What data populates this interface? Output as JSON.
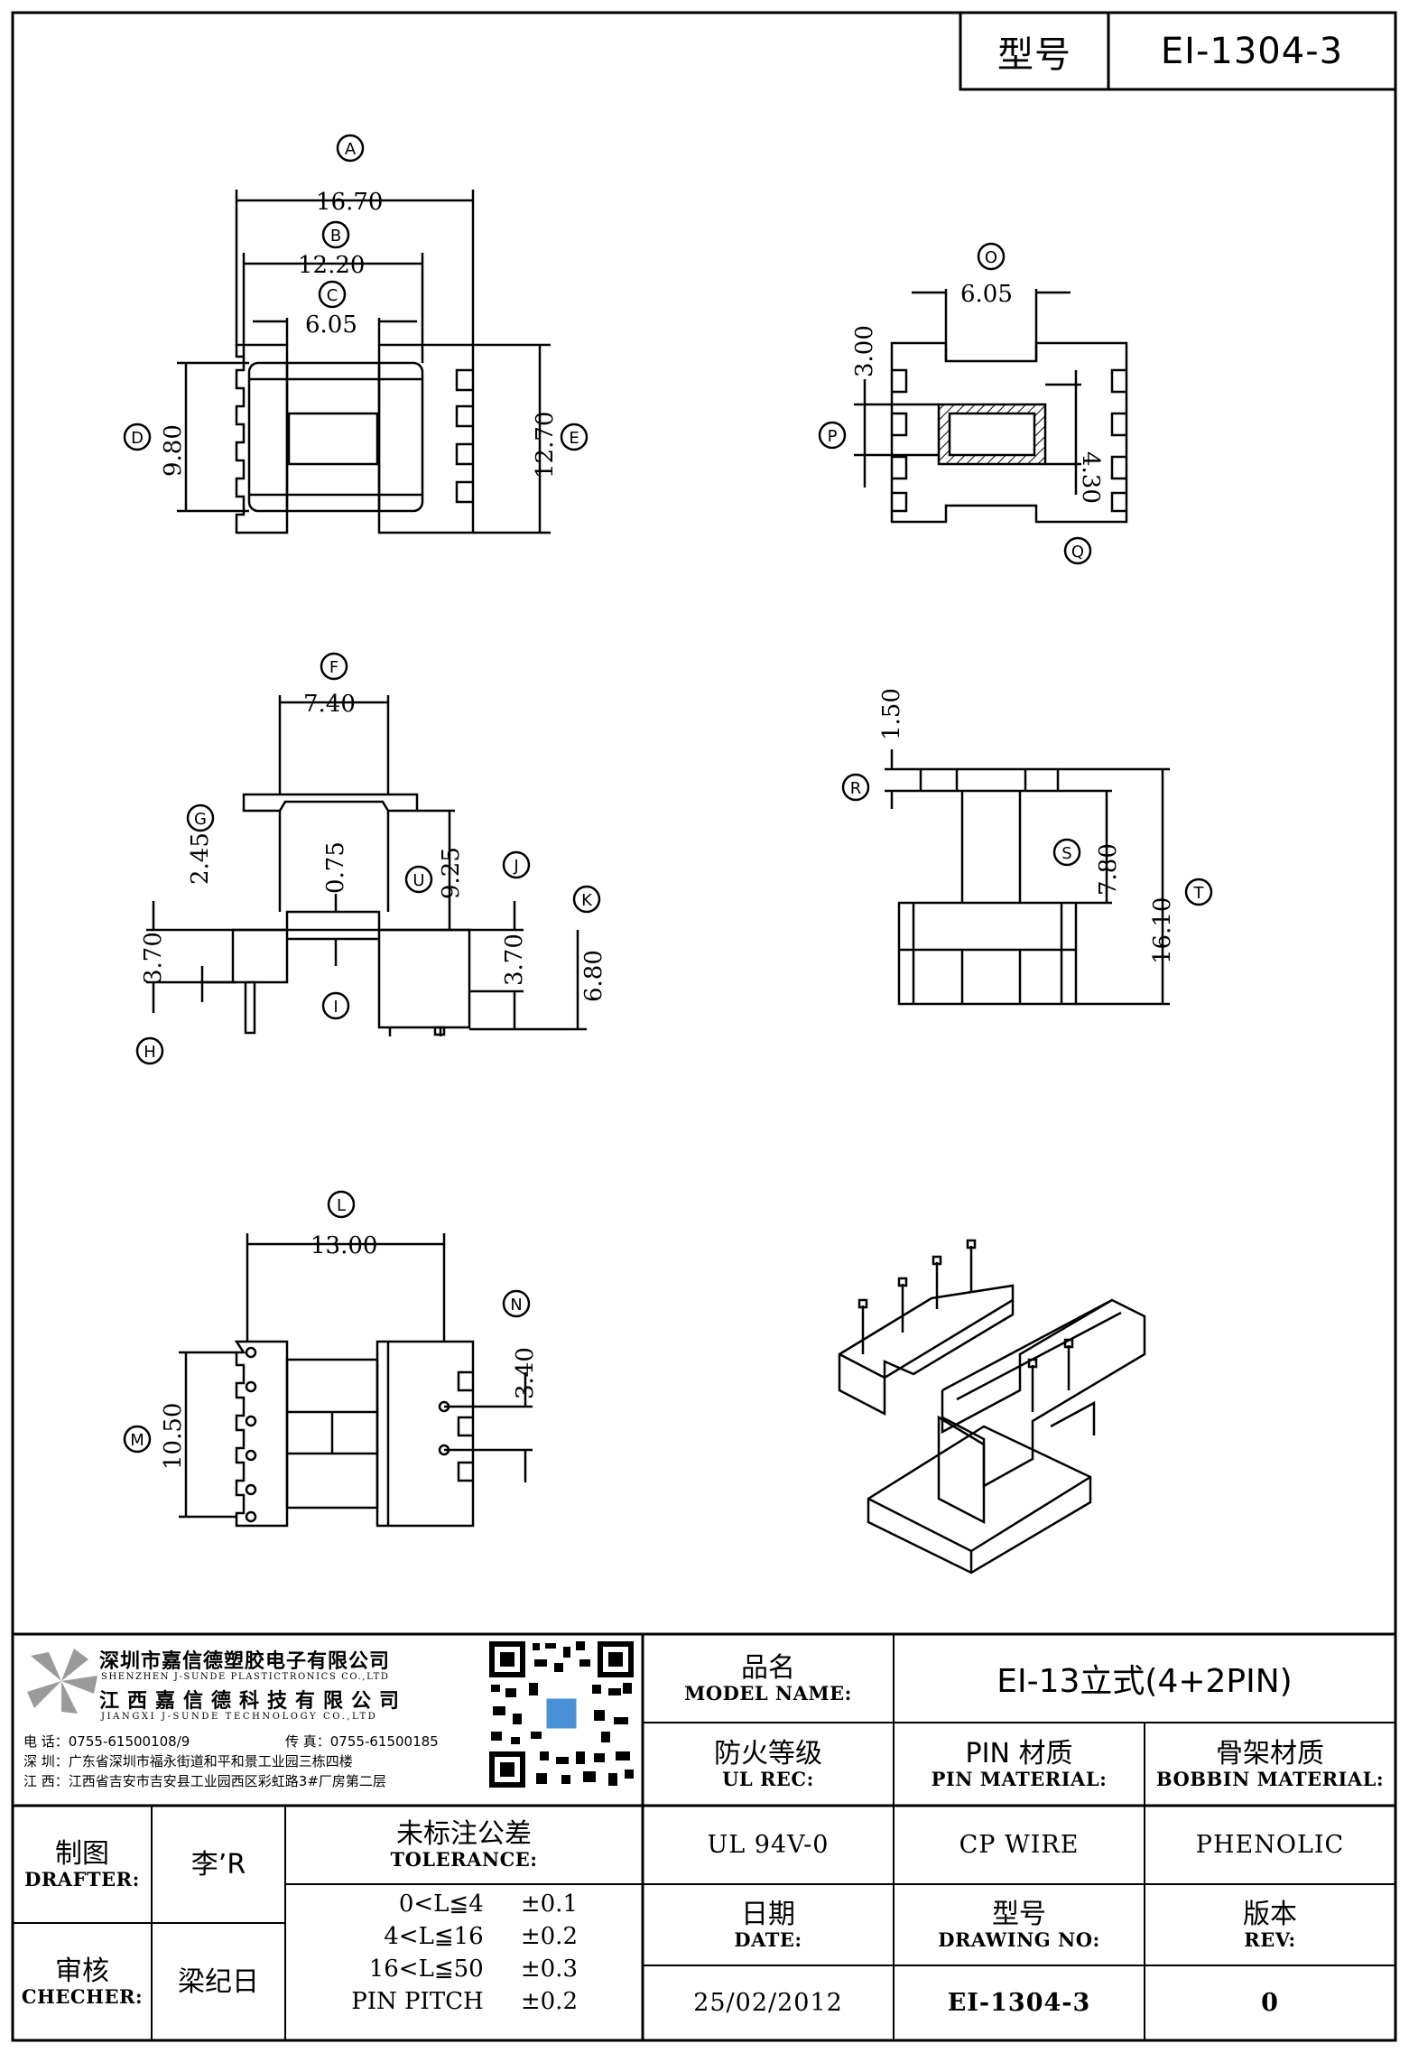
{
  "header": {
    "model_label": "型号",
    "model_value": "EI-1304-3"
  },
  "drawing": {
    "labels": [
      "A",
      "B",
      "C",
      "D",
      "E",
      "F",
      "G",
      "H",
      "I",
      "J",
      "K",
      "L",
      "M",
      "N",
      "O",
      "P",
      "Q",
      "R",
      "S",
      "T",
      "U"
    ],
    "dims": {
      "A": "16.70",
      "B": "12.20",
      "C": "6.05",
      "D": "9.80",
      "E": "12.70",
      "O": "6.05",
      "P": "3.00",
      "Q": "4.30",
      "F": "7.40",
      "G": "2.45",
      "H": "3.70",
      "I": "0.75",
      "U": "9.25",
      "J": "3.70",
      "K": "6.80",
      "R": "1.50",
      "S": "7.80",
      "T": "16.10",
      "L": "13.00",
      "M": "10.50",
      "N": "3.40"
    }
  },
  "company": {
    "name_cn": "深圳市嘉信德塑胶电子有限公司",
    "name_en": "SHENZHEN J-SUNDE PLASTICTRONICS CO.,LTD",
    "name2_cn": "江西嘉信德科技有限公司",
    "name2_en": "JIANGXI J-SUNDE TECHNOLOGY CO.,LTD",
    "phone": "电 话：0755-61500108/9",
    "fax": "传 真：0755-61500185",
    "addr_sz": "深 圳：广东省深圳市福永街道和平和景工业园三栋四楼",
    "addr_jx": "江 西：江西省吉安市吉安县工业园西区彩虹路3#厂房第二层"
  },
  "title_block": {
    "model_name_cn": "品名",
    "model_name_en": "MODEL NAME:",
    "model_name_value": "EI-13立式(4+2PIN)",
    "ul_cn": "防火等级",
    "ul_en": "UL REC:",
    "pin_mat_cn": "PIN 材质",
    "pin_mat_en": "PIN MATERIAL:",
    "bobbin_mat_cn": "骨架材质",
    "bobbin_mat_en": "BOBBIN MATERIAL:",
    "ul_value": "UL 94V-0",
    "pin_value": "CP WIRE",
    "bobbin_value": "PHENOLIC",
    "date_cn": "日期",
    "date_en": "DATE:",
    "drawing_no_cn": "型号",
    "drawing_no_en": "DRAWING NO:",
    "rev_cn": "版本",
    "rev_en": "REV:",
    "date_value": "25/02/2012",
    "drawing_no_value": "EI-1304-3",
    "rev_value": "0",
    "drafter_cn": "制图",
    "drafter_en": "DRAFTER:",
    "drafter_value": "李’R",
    "checker_cn": "审核",
    "checker_en": "CHECHER:",
    "checker_value": "梁纪日",
    "tolerance_cn": "未标注公差",
    "tolerance_en": "TOLERANCE:",
    "tolerances": [
      {
        "range": "0<L≦4",
        "tol": "±0.1"
      },
      {
        "range": "4<L≦16",
        "tol": "±0.2"
      },
      {
        "range": "16<L≦50",
        "tol": "±0.3"
      },
      {
        "range": "PIN PITCH",
        "tol": "±0.2"
      }
    ]
  }
}
